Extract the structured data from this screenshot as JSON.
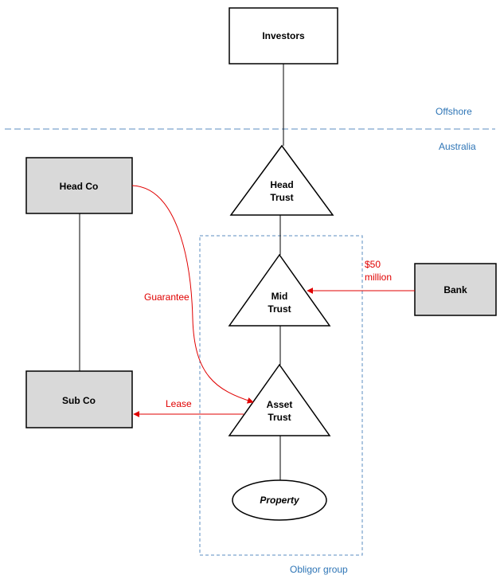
{
  "regions": {
    "offshore": "Offshore",
    "australia": "Australia",
    "obligor_group": "Obligor group"
  },
  "nodes": {
    "investors": "Investors",
    "head_co": "Head Co",
    "sub_co": "Sub Co",
    "bank": "Bank",
    "head_trust": [
      "Head",
      "Trust"
    ],
    "mid_trust": [
      "Mid",
      "Trust"
    ],
    "asset_trust": [
      "Asset",
      "Trust"
    ],
    "property": "Property"
  },
  "relations": {
    "guarantee": "Guarantee",
    "lease": "Lease",
    "loan": [
      "$50",
      "million"
    ]
  },
  "colors": {
    "region_text": "#2e75b6",
    "divider": "#5b8cc0",
    "relation": "#e00000",
    "entity_fill": "#d9d9d9"
  }
}
